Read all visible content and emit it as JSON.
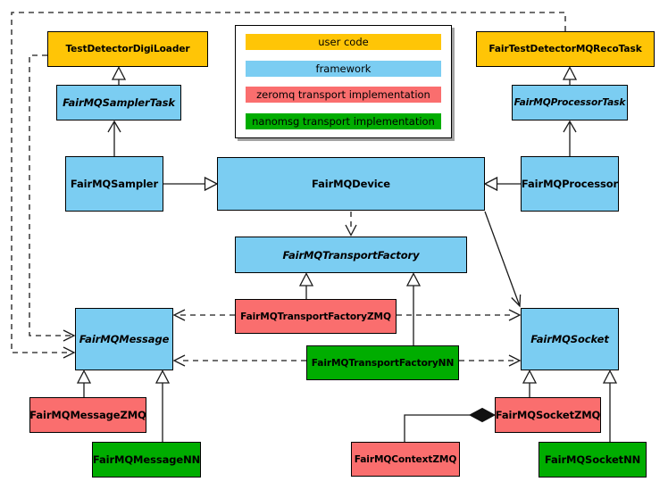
{
  "diagram_type": "uml-class-diagram",
  "colors": {
    "user_code": "#FFC506",
    "framework": "#7BCDF2",
    "zeromq_impl": "#FA6E6E",
    "nanomsg_impl": "#00AD00",
    "edge": "#1a1a1a",
    "background": "#ffffff"
  },
  "legend": {
    "items": [
      {
        "label": "user code",
        "color": "#FFC506"
      },
      {
        "label": "framework",
        "color": "#7BCDF2"
      },
      {
        "label": "zeromq transport implementation",
        "color": "#FA6E6E"
      },
      {
        "label": "nanomsg transport implementation",
        "color": "#00AD00"
      }
    ]
  },
  "nodes": {
    "testDetectorDigiLoader": {
      "label": "TestDetectorDigiLoader",
      "category": "user code"
    },
    "fairTestDetectorMQRecoTask": {
      "label": "FairTestDetectorMQRecoTask",
      "category": "user code"
    },
    "fairMQSamplerTask": {
      "label": "FairMQSamplerTask",
      "category": "framework",
      "abstract": true
    },
    "fairMQProcessorTask": {
      "label": "FairMQProcessorTask",
      "category": "framework",
      "abstract": true
    },
    "fairMQSampler": {
      "label": "FairMQSampler",
      "category": "framework"
    },
    "fairMQDevice": {
      "label": "FairMQDevice",
      "category": "framework"
    },
    "fairMQProcessor": {
      "label": "FairMQProcessor",
      "category": "framework"
    },
    "fairMQTransportFactory": {
      "label": "FairMQTransportFactory",
      "category": "framework",
      "abstract": true
    },
    "fairMQTransportFactoryZMQ": {
      "label": "FairMQTransportFactoryZMQ",
      "category": "zeromq transport implementation"
    },
    "fairMQTransportFactoryNN": {
      "label": "FairMQTransportFactoryNN",
      "category": "nanomsg transport implementation"
    },
    "fairMQMessage": {
      "label": "FairMQMessage",
      "category": "framework",
      "abstract": true
    },
    "fairMQSocket": {
      "label": "FairMQSocket",
      "category": "framework",
      "abstract": true
    },
    "fairMQMessageZMQ": {
      "label": "FairMQMessageZMQ",
      "category": "zeromq transport implementation"
    },
    "fairMQMessageNN": {
      "label": "FairMQMessageNN",
      "category": "nanomsg transport implementation"
    },
    "fairMQContextZMQ": {
      "label": "FairMQContextZMQ",
      "category": "zeromq transport implementation"
    },
    "fairMQSocketZMQ": {
      "label": "FairMQSocketZMQ",
      "category": "zeromq transport implementation"
    },
    "fairMQSocketNN": {
      "label": "FairMQSocketNN",
      "category": "nanomsg transport implementation"
    }
  },
  "edges": [
    {
      "from": "FairMQSamplerTask",
      "to": "TestDetectorDigiLoader",
      "line": "solid",
      "head": "hollow-triangle"
    },
    {
      "from": "FairMQSampler",
      "to": "FairMQSamplerTask",
      "line": "solid",
      "head": "open-vee"
    },
    {
      "from": "FairMQSampler",
      "to": "FairMQDevice",
      "line": "solid",
      "head": "hollow-triangle"
    },
    {
      "from": "FairMQProcessorTask",
      "to": "FairTestDetectorMQRecoTask",
      "line": "solid",
      "head": "hollow-triangle"
    },
    {
      "from": "FairMQProcessor",
      "to": "FairMQProcessorTask",
      "line": "solid",
      "head": "open-vee"
    },
    {
      "from": "FairMQProcessor",
      "to": "FairMQDevice",
      "line": "solid",
      "head": "hollow-triangle"
    },
    {
      "from": "FairMQDevice",
      "to": "FairMQTransportFactory",
      "line": "dashed",
      "head": "open-vee"
    },
    {
      "from": "FairMQDevice",
      "to": "FairMQSocket",
      "line": "solid",
      "head": "open-vee"
    },
    {
      "from": "FairMQTransportFactoryZMQ",
      "to": "FairMQTransportFactory",
      "line": "solid",
      "head": "hollow-triangle"
    },
    {
      "from": "FairMQTransportFactoryNN",
      "to": "FairMQTransportFactory",
      "line": "solid",
      "head": "hollow-triangle"
    },
    {
      "from": "FairMQTransportFactoryZMQ",
      "to": "FairMQMessage",
      "line": "dashed",
      "head": "open-vee"
    },
    {
      "from": "FairMQTransportFactoryZMQ",
      "to": "FairMQSocket",
      "line": "dashed",
      "head": "open-vee"
    },
    {
      "from": "FairMQTransportFactoryNN",
      "to": "FairMQMessage",
      "line": "dashed",
      "head": "open-vee"
    },
    {
      "from": "FairMQTransportFactoryNN",
      "to": "FairMQSocket",
      "line": "dashed",
      "head": "open-vee"
    },
    {
      "from": "TestDetectorDigiLoader",
      "to": "FairMQMessage",
      "line": "dashed",
      "head": "open-vee"
    },
    {
      "from": "FairTestDetectorMQRecoTask",
      "to": "FairMQMessage",
      "line": "dashed",
      "head": "open-vee"
    },
    {
      "from": "FairMQMessageZMQ",
      "to": "FairMQMessage",
      "line": "solid",
      "head": "hollow-triangle"
    },
    {
      "from": "FairMQMessageNN",
      "to": "FairMQMessage",
      "line": "solid",
      "head": "hollow-triangle"
    },
    {
      "from": "FairMQSocketZMQ",
      "to": "FairMQSocket",
      "line": "solid",
      "head": "hollow-triangle"
    },
    {
      "from": "FairMQSocketNN",
      "to": "FairMQSocket",
      "line": "solid",
      "head": "hollow-triangle"
    },
    {
      "from": "FairMQContextZMQ",
      "to": "FairMQSocketZMQ",
      "line": "solid",
      "head": "filled-diamond"
    }
  ]
}
